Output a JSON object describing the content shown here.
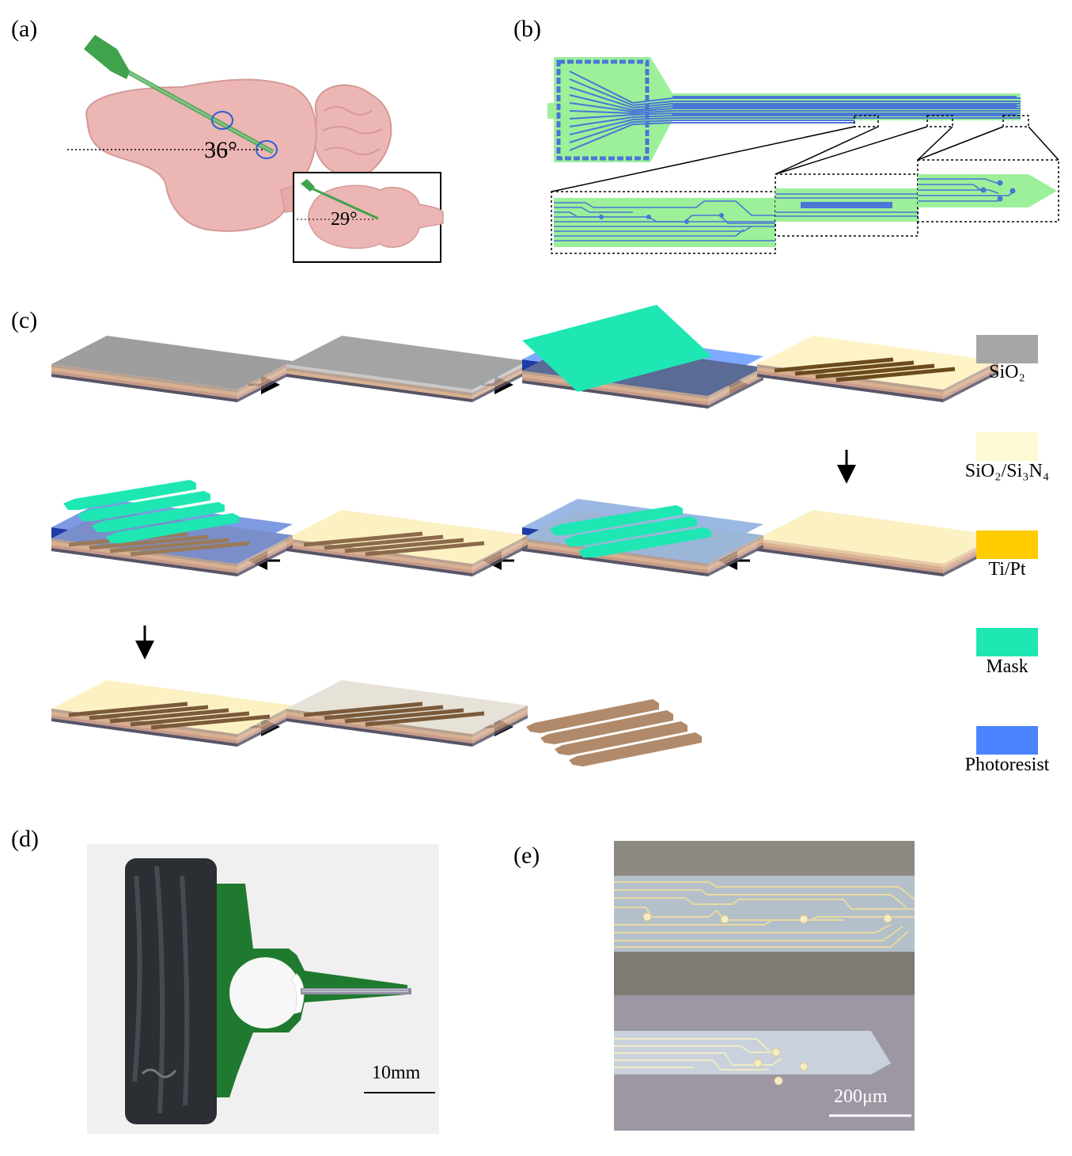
{
  "panels": {
    "a": {
      "label": "(a)",
      "angle_main": "36°",
      "angle_inset": "29°"
    },
    "b": {
      "label": "(b)"
    },
    "c": {
      "label": "(c)"
    },
    "d": {
      "label": "(d)",
      "scale": "10mm"
    },
    "e": {
      "label": "(e)",
      "scale": "200μm"
    }
  },
  "legend": [
    {
      "label": "SiO₂",
      "color": "#a6a6a6"
    },
    {
      "label": "SiO₂/Si₃N₄",
      "color": "#fdf9d2"
    },
    {
      "label": "Ti/Pt",
      "color": "#ffcc00"
    },
    {
      "label": "Mask",
      "color": "#1ee7b4"
    },
    {
      "label": "Photoresist",
      "color": "#4a84ff"
    }
  ],
  "colors": {
    "brain": "#ebb6b3",
    "brain_stroke": "#d49a98",
    "probe_green": "#3fa34d",
    "layout_green": "#9cf09a",
    "trace_blue": "#4a76d6",
    "silicon_base": "#575466"
  }
}
